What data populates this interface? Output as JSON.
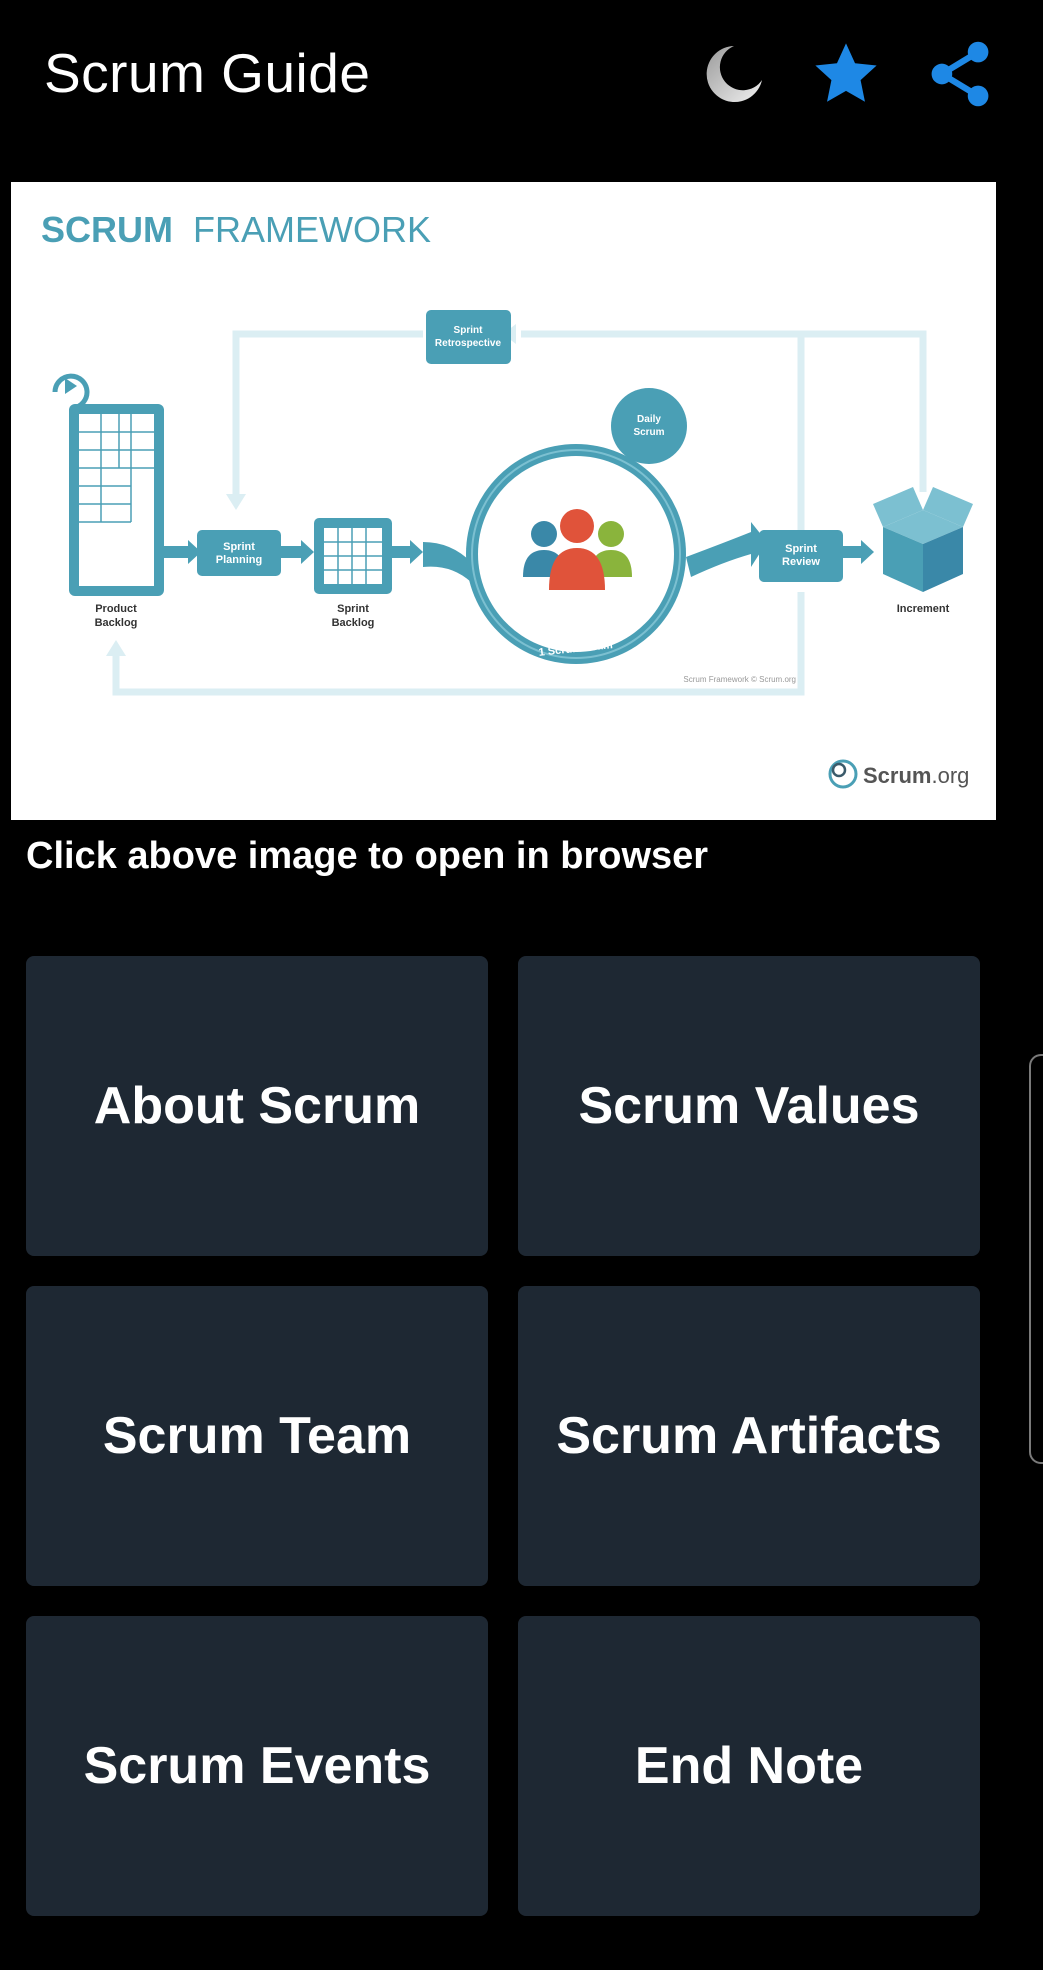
{
  "app_bar": {
    "title": "Scrum Guide",
    "actions": [
      {
        "icon": "moon-icon",
        "color": "#e8e8e8"
      },
      {
        "icon": "star-icon",
        "color": "#1e88e5"
      },
      {
        "icon": "share-icon",
        "color": "#1e88e5"
      }
    ]
  },
  "framework_image": {
    "heading_bold": "SCRUM",
    "heading_light": "FRAMEWORK",
    "accent_color": "#4a9fb5",
    "nodes": {
      "product_backlog": [
        "Product",
        "Backlog"
      ],
      "sprint_planning": [
        "Sprint",
        "Planning"
      ],
      "sprint_backlog": [
        "Sprint",
        "Backlog"
      ],
      "sprint_retrospective": [
        "Sprint",
        "Retrospective"
      ],
      "daily_scrum": [
        "Daily",
        "Scrum"
      ],
      "team_ring": "1 Scrum Team",
      "sprint_review": [
        "Sprint",
        "Review"
      ],
      "increment": "Increment"
    },
    "copyright": "Scrum Framework © Scrum.org",
    "logo_text_bold": "Scrum",
    "logo_text_light": ".org"
  },
  "caption": "Click above image to open in browser",
  "menu": [
    {
      "label": "About Scrum"
    },
    {
      "label": "Scrum Values"
    },
    {
      "label": "Scrum Team"
    },
    {
      "label": "Scrum Artifacts"
    },
    {
      "label": "Scrum Events"
    },
    {
      "label": "End Note"
    }
  ],
  "colors": {
    "background": "#000000",
    "tile": "#1e2833",
    "accent": "#1e88e5"
  }
}
